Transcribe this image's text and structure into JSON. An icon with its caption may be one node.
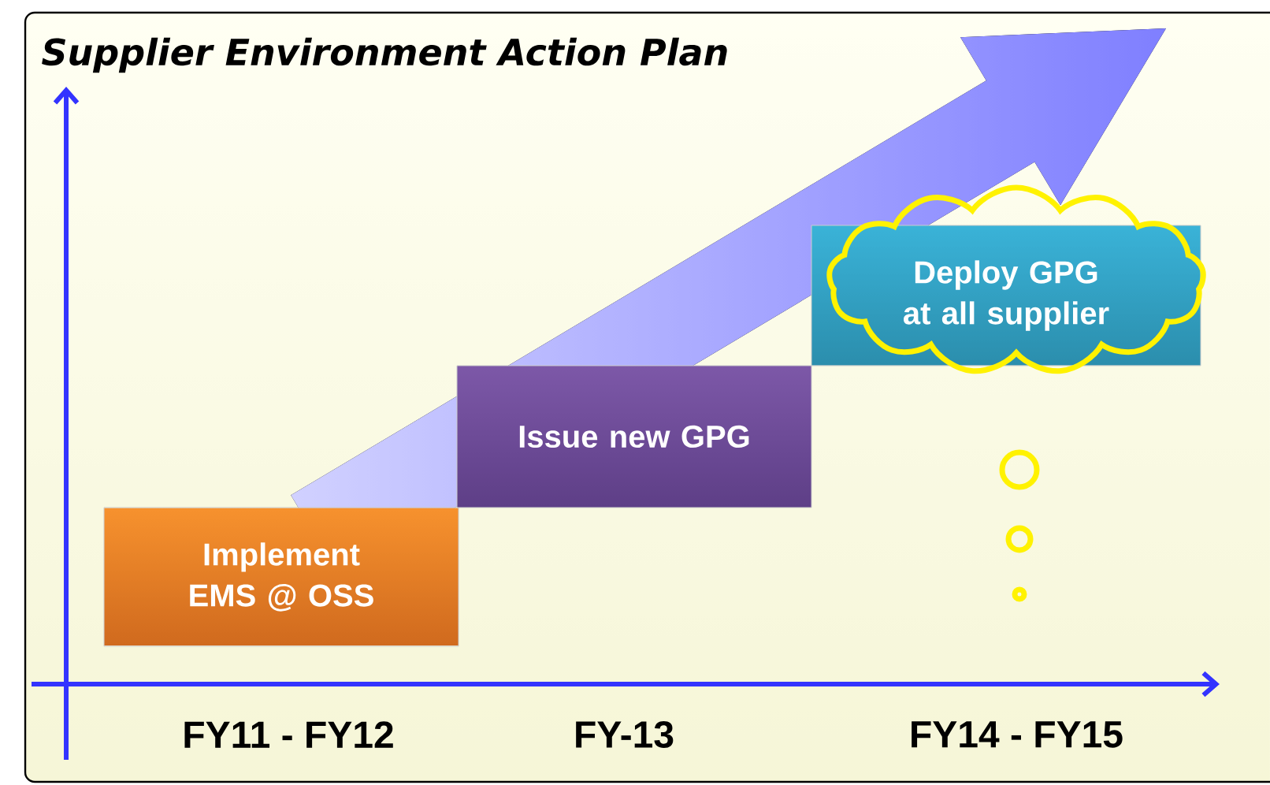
{
  "diagram": {
    "title": "Supplier Environment Action Plan",
    "nodes": [
      {
        "text": [
          "Implement EMS @ OSS"
        ]
      },
      {
        "text": [
          "Issue new GPG"
        ]
      },
      {
        "text": [
          "Deploy GPG at all supplier"
        ]
      }
    ],
    "labels": [
      "FY11 - FY12",
      "FY-13",
      "FY14 - FY15"
    ]
  }
}
